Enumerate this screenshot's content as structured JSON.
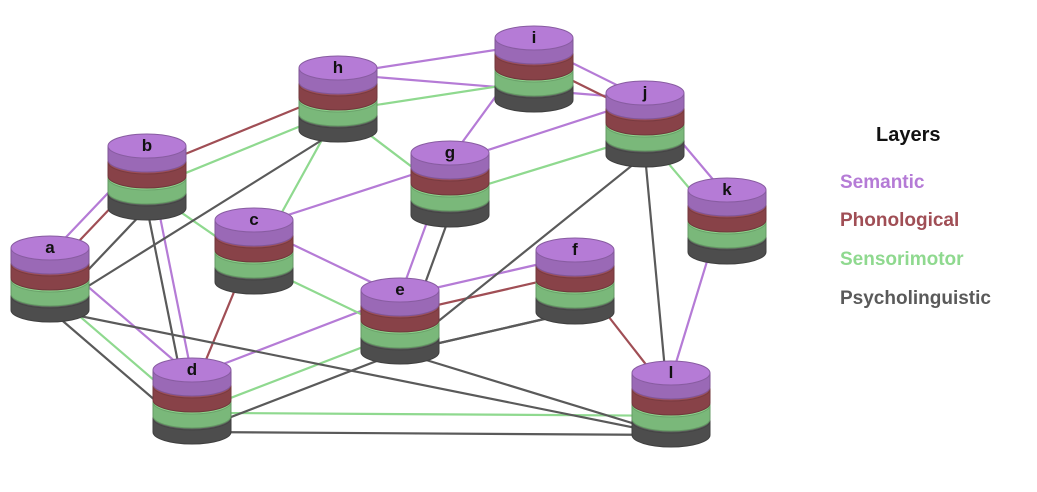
{
  "colors": {
    "semantic": "#B57BD6",
    "phonological": "#A04E55",
    "sensorimotor": "#8FD98F",
    "psycholinguistic": "#5A5A5A"
  },
  "legend": {
    "title": "Layers",
    "items": [
      {
        "layer": "semantic",
        "label": "Semantic"
      },
      {
        "layer": "phonological",
        "label": "Phonological"
      },
      {
        "layer": "sensorimotor",
        "label": "Sensorimotor"
      },
      {
        "layer": "psycholinguistic",
        "label": "Psycholinguistic"
      }
    ]
  },
  "nodes": [
    "a",
    "b",
    "c",
    "d",
    "e",
    "f",
    "g",
    "h",
    "i",
    "j",
    "k",
    "l"
  ],
  "edges": [
    {
      "from": "a",
      "to": "b",
      "layer": "semantic"
    },
    {
      "from": "a",
      "to": "d",
      "layer": "semantic"
    },
    {
      "from": "b",
      "to": "d",
      "layer": "semantic"
    },
    {
      "from": "c",
      "to": "e",
      "layer": "semantic"
    },
    {
      "from": "d",
      "to": "e",
      "layer": "semantic"
    },
    {
      "from": "e",
      "to": "f",
      "layer": "semantic"
    },
    {
      "from": "e",
      "to": "g",
      "layer": "semantic"
    },
    {
      "from": "g",
      "to": "i",
      "layer": "semantic"
    },
    {
      "from": "h",
      "to": "i",
      "layer": "semantic"
    },
    {
      "from": "h",
      "to": "j",
      "layer": "semantic"
    },
    {
      "from": "i",
      "to": "j",
      "layer": "semantic"
    },
    {
      "from": "c",
      "to": "j",
      "layer": "semantic"
    },
    {
      "from": "j",
      "to": "k",
      "layer": "semantic"
    },
    {
      "from": "k",
      "to": "l",
      "layer": "semantic"
    },
    {
      "from": "b",
      "to": "h",
      "layer": "phonological"
    },
    {
      "from": "a",
      "to": "b",
      "layer": "phonological"
    },
    {
      "from": "c",
      "to": "d",
      "layer": "phonological"
    },
    {
      "from": "e",
      "to": "f",
      "layer": "phonological"
    },
    {
      "from": "f",
      "to": "l",
      "layer": "phonological"
    },
    {
      "from": "i",
      "to": "j",
      "layer": "phonological"
    },
    {
      "from": "b",
      "to": "h",
      "layer": "sensorimotor"
    },
    {
      "from": "b",
      "to": "c",
      "layer": "sensorimotor"
    },
    {
      "from": "h",
      "to": "i",
      "layer": "sensorimotor"
    },
    {
      "from": "h",
      "to": "g",
      "layer": "sensorimotor"
    },
    {
      "from": "c",
      "to": "h",
      "layer": "sensorimotor"
    },
    {
      "from": "g",
      "to": "j",
      "layer": "sensorimotor"
    },
    {
      "from": "j",
      "to": "k",
      "layer": "sensorimotor"
    },
    {
      "from": "a",
      "to": "d",
      "layer": "sensorimotor"
    },
    {
      "from": "c",
      "to": "e",
      "layer": "sensorimotor"
    },
    {
      "from": "d",
      "to": "e",
      "layer": "sensorimotor"
    },
    {
      "from": "d",
      "to": "l",
      "layer": "sensorimotor"
    },
    {
      "from": "a",
      "to": "d",
      "layer": "psycholinguistic"
    },
    {
      "from": "a",
      "to": "b",
      "layer": "psycholinguistic"
    },
    {
      "from": "a",
      "to": "h",
      "layer": "psycholinguistic"
    },
    {
      "from": "b",
      "to": "d",
      "layer": "psycholinguistic"
    },
    {
      "from": "d",
      "to": "e",
      "layer": "psycholinguistic"
    },
    {
      "from": "d",
      "to": "l",
      "layer": "psycholinguistic"
    },
    {
      "from": "a",
      "to": "l",
      "layer": "psycholinguistic"
    },
    {
      "from": "e",
      "to": "l",
      "layer": "psycholinguistic"
    },
    {
      "from": "e",
      "to": "f",
      "layer": "psycholinguistic"
    },
    {
      "from": "e",
      "to": "j",
      "layer": "psycholinguistic"
    },
    {
      "from": "e",
      "to": "f",
      "layer": "psycholinguistic"
    },
    {
      "from": "j",
      "to": "l",
      "layer": "psycholinguistic"
    },
    {
      "from": "g",
      "to": "e",
      "layer": "psycholinguistic"
    }
  ]
}
